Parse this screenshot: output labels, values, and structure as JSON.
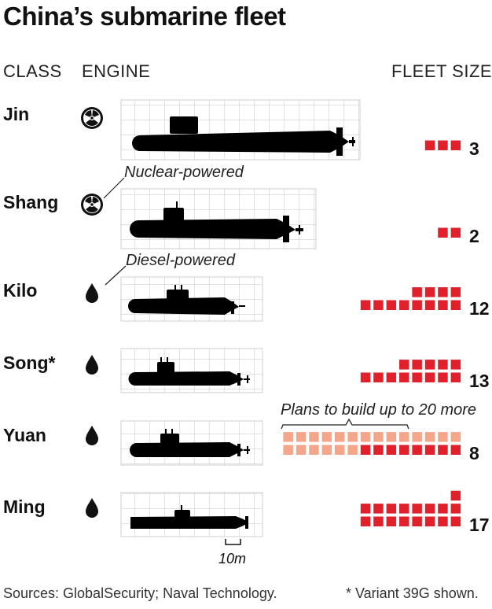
{
  "title": "China’s submarine fleet",
  "headers": {
    "class": "CLASS",
    "engine": "ENGINE",
    "fleet_size": "FLEET SIZE"
  },
  "annotations": {
    "nuclear": "Nuclear-powered",
    "diesel": "Diesel-powered",
    "plans": "Plans to build up to 20 more"
  },
  "scale_label": "10m",
  "source": "Sources: GlobalSecurity; Naval Technology.",
  "footnote": "* Variant 39G shown.",
  "colors": {
    "existing": "#e0202a",
    "planned": "#f4a68a",
    "grid": "#cfcfcf",
    "hull": "#000000"
  },
  "classes": [
    {
      "name": "Jin",
      "engine": "nuclear",
      "icon": "radiation-icon",
      "fleet": 3,
      "fleet_label": "3",
      "planned": 0
    },
    {
      "name": "Shang",
      "engine": "nuclear",
      "icon": "radiation-icon",
      "fleet": 2,
      "fleet_label": "2",
      "planned": 0
    },
    {
      "name": "Kilo",
      "engine": "diesel",
      "icon": "fuel-drop-icon",
      "fleet": 12,
      "fleet_label": "12",
      "planned": 0
    },
    {
      "name": "Song*",
      "engine": "diesel",
      "icon": "fuel-drop-icon",
      "fleet": 13,
      "fleet_label": "13",
      "planned": 0
    },
    {
      "name": "Yuan",
      "engine": "diesel",
      "icon": "fuel-drop-icon",
      "fleet": 8,
      "fleet_label": "8",
      "planned": 20
    },
    {
      "name": "Ming",
      "engine": "diesel",
      "icon": "fuel-drop-icon",
      "fleet": 17,
      "fleet_label": "17",
      "planned": 0
    }
  ]
}
